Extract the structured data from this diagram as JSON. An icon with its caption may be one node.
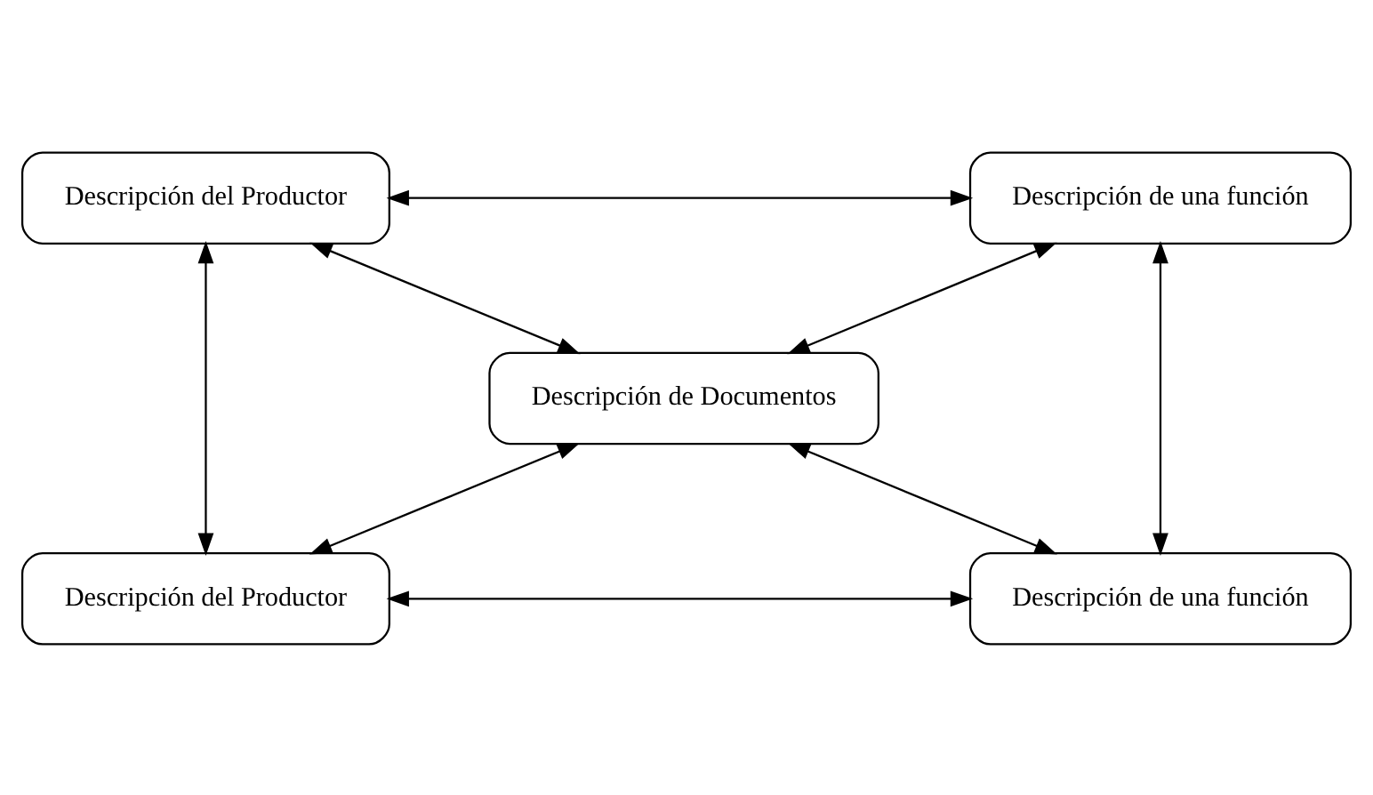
{
  "diagram": {
    "nodes": [
      {
        "text": [
          "Descripción del Productor"
        ]
      },
      {
        "text": [
          "Descripción de una función"
        ]
      },
      {
        "text": [
          "Descripción de Documentos"
        ]
      },
      {
        "text": [
          "Descripción del Productor"
        ]
      },
      {
        "text": [
          "Descripción de una función"
        ]
      }
    ],
    "edges": [
      {
        "from": 0,
        "to": 1,
        "arrow": "both"
      },
      {
        "from": 0,
        "to": 3,
        "arrow": "both"
      },
      {
        "from": 0,
        "to": 2,
        "arrow": "both"
      },
      {
        "from": 1,
        "to": 2,
        "arrow": "both"
      },
      {
        "from": 1,
        "to": 4,
        "arrow": "both"
      },
      {
        "from": 2,
        "to": 3,
        "arrow": "both"
      },
      {
        "from": 2,
        "to": 4,
        "arrow": "both"
      },
      {
        "from": 3,
        "to": 4,
        "arrow": "both"
      }
    ]
  }
}
